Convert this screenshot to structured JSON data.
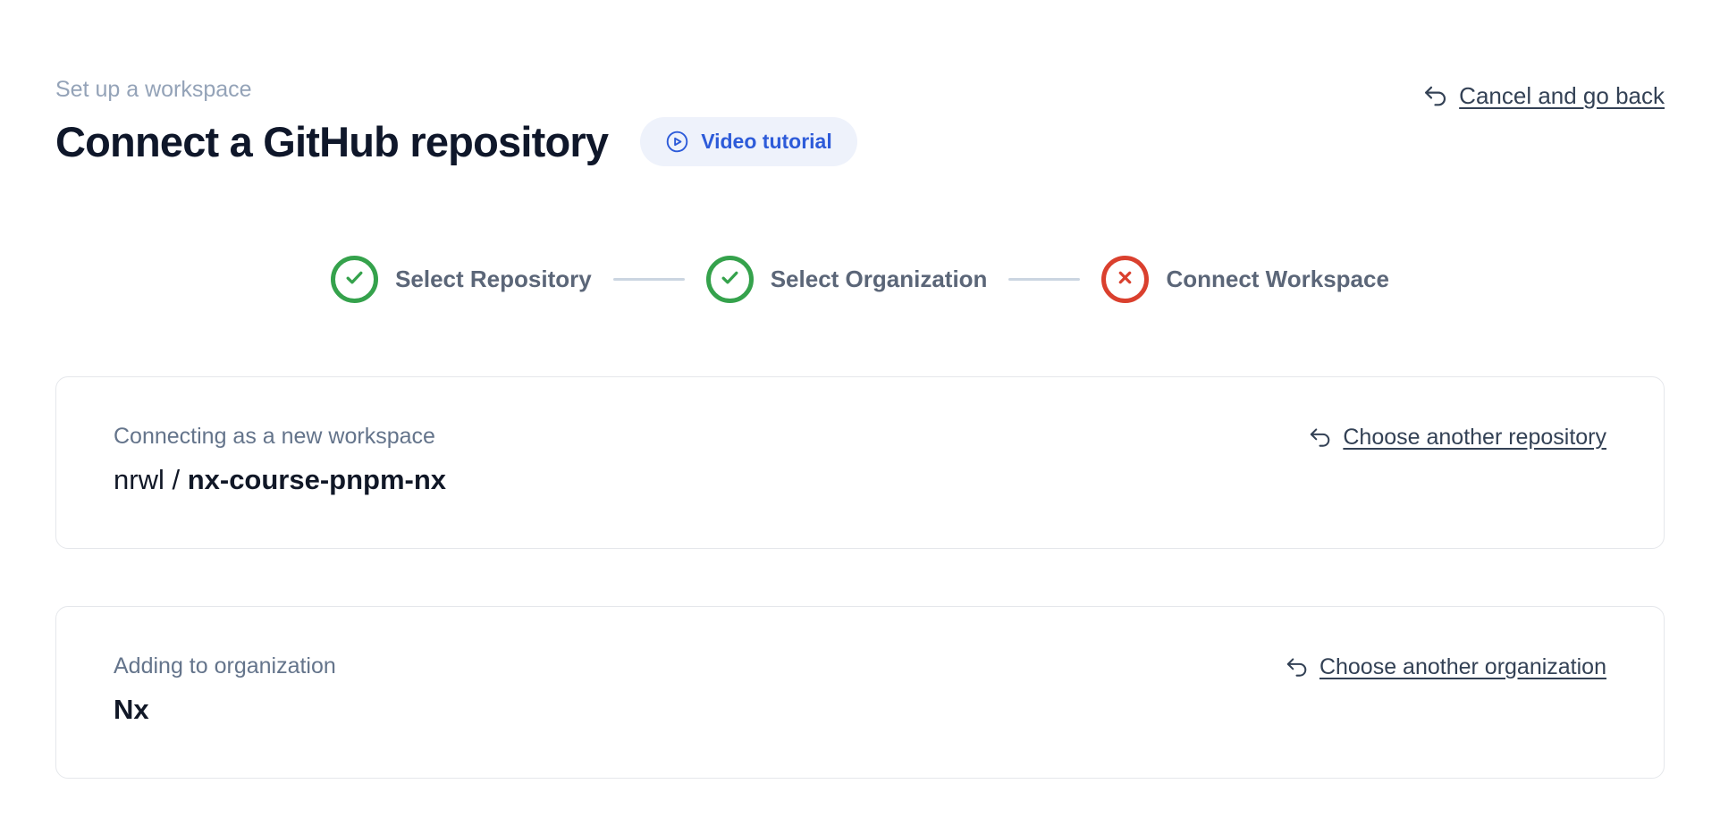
{
  "page": {
    "eyebrow": "Set up a workspace",
    "title": "Connect a GitHub repository",
    "video_tutorial_label": "Video tutorial",
    "cancel_link_label": "Cancel and go back"
  },
  "stepper": {
    "steps": [
      {
        "label": "Select Repository",
        "status": "complete"
      },
      {
        "label": "Select Organization",
        "status": "complete"
      },
      {
        "label": "Connect Workspace",
        "status": "error"
      }
    ]
  },
  "repository_card": {
    "label": "Connecting as a new workspace",
    "owner": "nrwl / ",
    "name": "nx-course-pnpm-nx",
    "change_link_label": "Choose another repository"
  },
  "organization_card": {
    "label": "Adding to organization",
    "name": "Nx",
    "change_link_label": "Choose another organization"
  },
  "colors": {
    "accent_blue": "#2d5bd9",
    "pill_background": "#eef2fb",
    "success_green": "#35a24c",
    "error_red": "#da402e",
    "link_slate": "#334155",
    "muted_slate": "#64748b",
    "eyebrow_gray": "#94a3b8",
    "heading_navy": "#0f172a",
    "card_border": "#e5e7eb",
    "connector_gray": "#cbd5e1"
  }
}
